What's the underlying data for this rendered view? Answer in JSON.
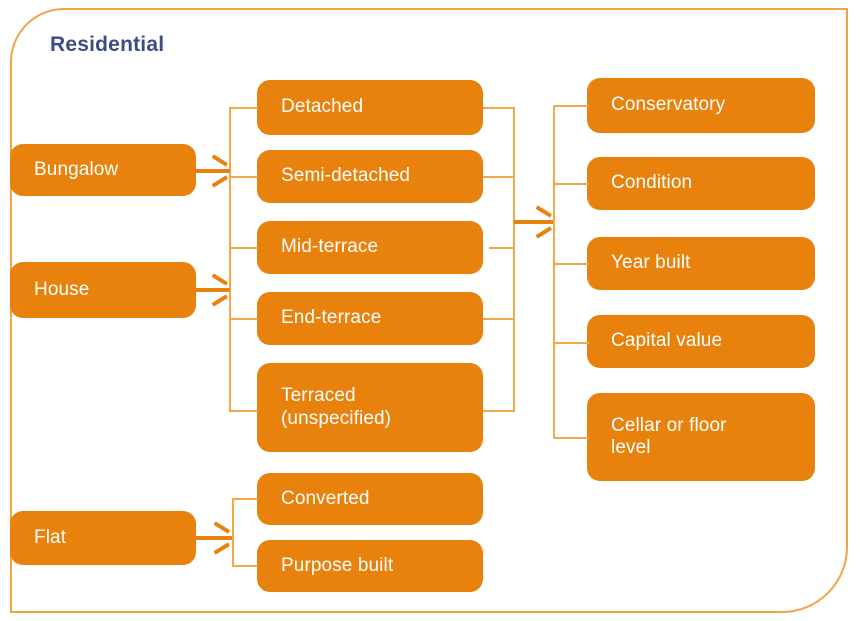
{
  "diagram": {
    "title": "Residential",
    "title_color": "#3D4C86",
    "box_color": "#E8820C",
    "connector_color": "#EE9A22",
    "frame_color": "#F0A446",
    "text_color": "#FFFFFF",
    "type": "tree",
    "columns": [
      {
        "name": "dwelling-type",
        "nodes": [
          {
            "id": "bungalow",
            "label": "Bungalow"
          },
          {
            "id": "house",
            "label": "House"
          },
          {
            "id": "flat",
            "label": "Flat"
          }
        ]
      },
      {
        "name": "built-form",
        "nodes": [
          {
            "id": "detached",
            "label": "Detached"
          },
          {
            "id": "semi-detached",
            "label": "Semi-detached"
          },
          {
            "id": "mid-terrace",
            "label": "Mid-terrace"
          },
          {
            "id": "end-terrace",
            "label": "End-terrace"
          },
          {
            "id": "terraced-unspecified",
            "label": "Terraced\n(unspecified)",
            "line1": "Terraced",
            "line2": "(unspecified)"
          },
          {
            "id": "converted",
            "label": "Converted"
          },
          {
            "id": "purpose-built",
            "label": "Purpose built"
          }
        ]
      },
      {
        "name": "attributes",
        "nodes": [
          {
            "id": "conservatory",
            "label": "Conservatory"
          },
          {
            "id": "condition",
            "label": "Condition"
          },
          {
            "id": "year-built",
            "label": "Year built"
          },
          {
            "id": "capital-value",
            "label": "Capital value"
          },
          {
            "id": "cellar-or-floor-level",
            "label": "Cellar or floor\nlevel",
            "line1": "Cellar or floor",
            "line2": "level"
          }
        ]
      }
    ],
    "arrows": [
      {
        "id": "bungalow-to-builtform",
        "from": "bungalow",
        "to": "built-form-bracket"
      },
      {
        "id": "house-to-builtform",
        "from": "house",
        "to": "built-form-bracket"
      },
      {
        "id": "builtform-to-attributes",
        "from": "built-form-bracket",
        "to": "attributes-bracket"
      },
      {
        "id": "flat-to-flatforms",
        "from": "flat",
        "to": "flat-forms-bracket"
      }
    ]
  }
}
